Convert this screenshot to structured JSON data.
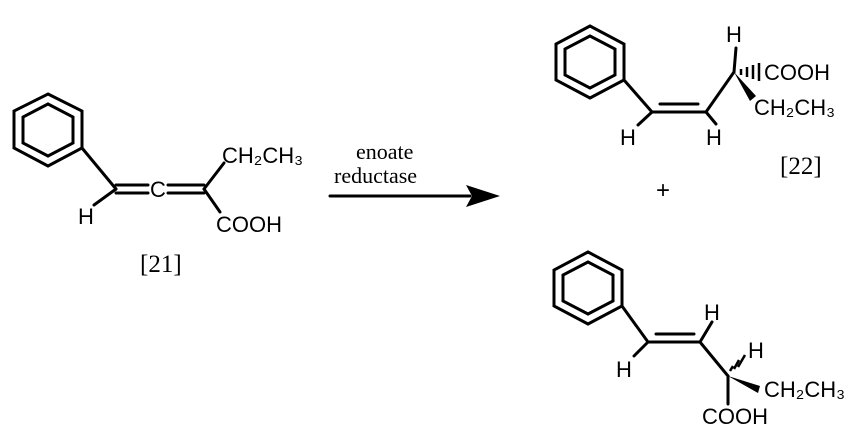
{
  "scheme": {
    "reactant": {
      "label": "[21]",
      "group_upper": "CH₂CH₃",
      "group_lower": "COOH",
      "central_atom": "C",
      "h_label": "H"
    },
    "arrow": {
      "line1": "enoate",
      "line2": "reductase"
    },
    "plus": "+",
    "product_top": {
      "label": "[22]",
      "group_upper": "COOH",
      "group_lower": "CH₂CH₃",
      "h_top": "H",
      "h_left": "H",
      "h_right": "H"
    },
    "product_bottom": {
      "group_right": "CH₂CH₃",
      "group_lower": "COOH",
      "h_left": "H",
      "h_top": "H",
      "h_mid": "H"
    }
  }
}
